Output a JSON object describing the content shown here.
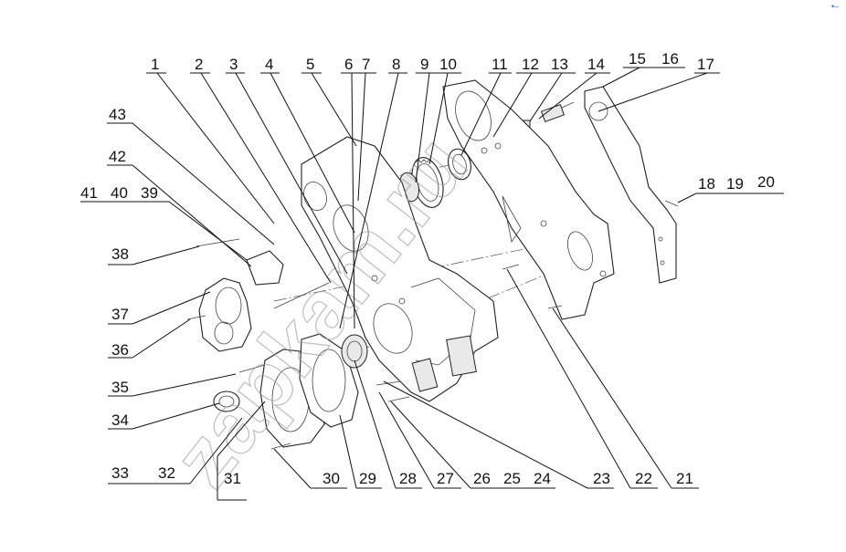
{
  "watermark": "zapkam.ru",
  "corner_mark": "•‒",
  "callouts": [
    "1",
    "2",
    "3",
    "4",
    "5",
    "6",
    "7",
    "8",
    "9",
    "10",
    "11",
    "12",
    "13",
    "14",
    "15",
    "16",
    "17",
    "18",
    "19",
    "20",
    "21",
    "22",
    "23",
    "24",
    "25",
    "26",
    "27",
    "28",
    "29",
    "30",
    "31",
    "32",
    "33",
    "34",
    "35",
    "36",
    "37",
    "38",
    "39",
    "40",
    "41",
    "42",
    "43"
  ]
}
